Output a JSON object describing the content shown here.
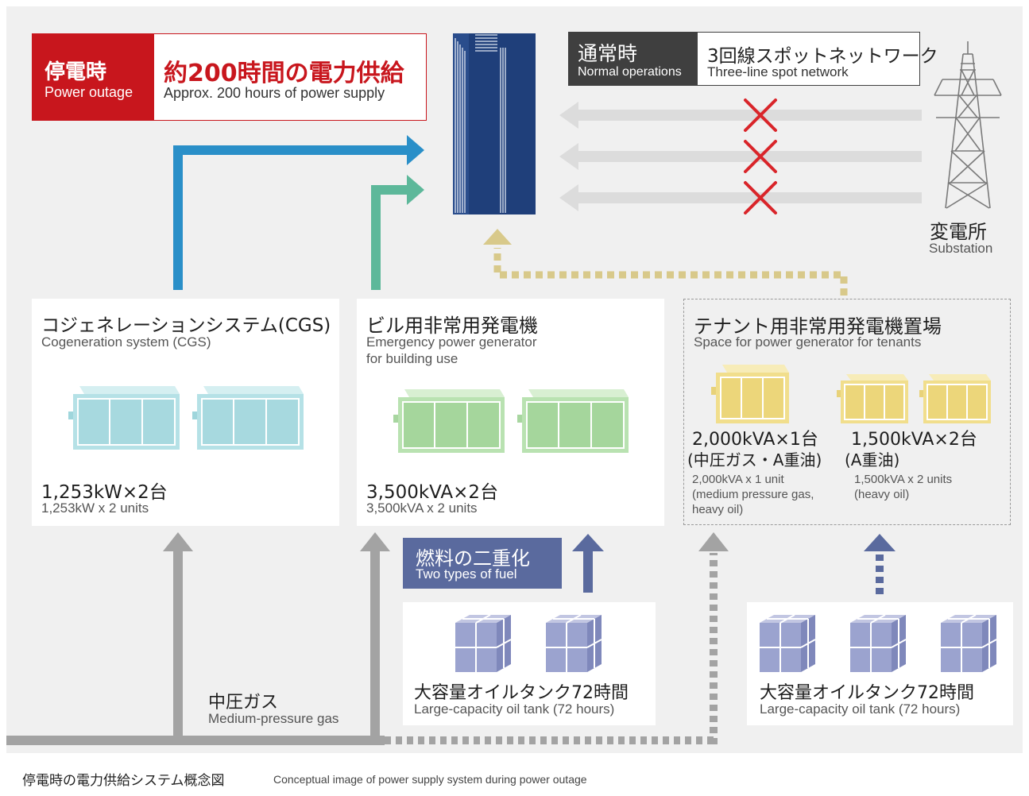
{
  "outage": {
    "label_jp": "停電時",
    "label_en": "Power outage",
    "title_jp": "約200時間の電力供給",
    "title_en": "Approx. 200 hours of power supply"
  },
  "normal": {
    "label_jp": "通常時",
    "label_en": "Normal operations",
    "title_jp": "3回線スポットネットワーク",
    "title_en": "Three-line spot network"
  },
  "substation": {
    "jp": "変電所",
    "en": "Substation"
  },
  "cgs": {
    "title_jp": "コジェネレーションシステム(CGS)",
    "title_en": "Cogeneration system (CGS)",
    "spec_jp": "1,253kW×2台",
    "spec_en": "1,253kW x 2 units"
  },
  "building_gen": {
    "title_jp": "ビル用非常用発電機",
    "title_en_line1": "Emergency power generator",
    "title_en_line2": "for building use",
    "spec_jp": "3,500kVA×2台",
    "spec_en": "3,500kVA x 2 units"
  },
  "tenant": {
    "title_jp": "テナント用非常用発電機置場",
    "title_en": "Space for power generator for tenants",
    "spec1_jp_line1": "2,000kVA×1台",
    "spec1_jp_line2": "(中圧ガス・A重油)",
    "spec1_en_line1": "2,000kVA x 1 unit",
    "spec1_en_line2": "(medium pressure gas,",
    "spec1_en_line3": "heavy oil)",
    "spec2_jp_line1": "1,500kVA×2台",
    "spec2_jp_line2": "(A重油)",
    "spec2_en_line1": "1,500kVA x 2 units",
    "spec2_en_line2": "(heavy oil)"
  },
  "dual_fuel": {
    "jp": "燃料の二重化",
    "en": "Two types of fuel"
  },
  "oil_tank_left": {
    "jp": "大容量オイルタンク72時間",
    "en": "Large-capacity oil tank (72 hours)"
  },
  "oil_tank_right": {
    "jp": "大容量オイルタンク72時間",
    "en": "Large-capacity oil tank (72 hours)"
  },
  "gas": {
    "jp": "中圧ガス",
    "en": "Medium-pressure gas"
  },
  "caption": {
    "jp": "停電時の電力供給システム概念図",
    "en": "Conceptual image of power supply system during power outage"
  },
  "colors": {
    "background": "#f0f0f0",
    "outage_red": "#c8161d",
    "normal_dark": "#3f3f3f",
    "building_blue": "#1f3f7a",
    "cgs_arrow_blue": "#2a8fc8",
    "gen_arrow_teal": "#5db89a",
    "tenant_dotted_gold": "#d8c98a",
    "fuel_purple": "#5a6a9e",
    "gas_gray": "#a3a3a3",
    "cross_red": "#d9252a"
  }
}
